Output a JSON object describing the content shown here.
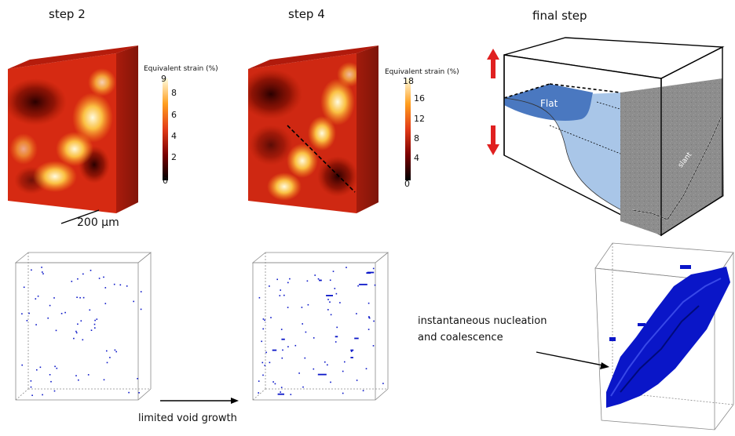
{
  "columns": [
    {
      "title": "step 2"
    },
    {
      "title": "step 4"
    },
    {
      "title": "final step"
    }
  ],
  "colorbars": [
    {
      "title": "Equivalent strain (%)",
      "ticks": [
        "9",
        "8",
        "6",
        "4",
        "2",
        "0"
      ]
    },
    {
      "title": "Equivalent strain (%)",
      "ticks": [
        "18",
        "16",
        "12",
        "8",
        "4",
        "0"
      ]
    }
  ],
  "scale_bar": {
    "label": "200 µm"
  },
  "schematic": {
    "flat_label": "Flat",
    "slant_label": "slant"
  },
  "annotations": {
    "void_growth": "limited void growth",
    "nucleation_line1": "instantaneous nucleation",
    "nucleation_line2": "and coalescence"
  },
  "colors": {
    "strain_low": "#3a0000",
    "strain_mid": "#e23a18",
    "strain_high": "#fff7b0",
    "void": "#0a16c8",
    "flat_region": "#4a78c0",
    "slant_region": "#a9c6e8",
    "load_arrow": "#e02020",
    "tomography": "#8c8c8c"
  },
  "icons": {
    "load_arrows": "double-arrow-vertical-icon"
  }
}
